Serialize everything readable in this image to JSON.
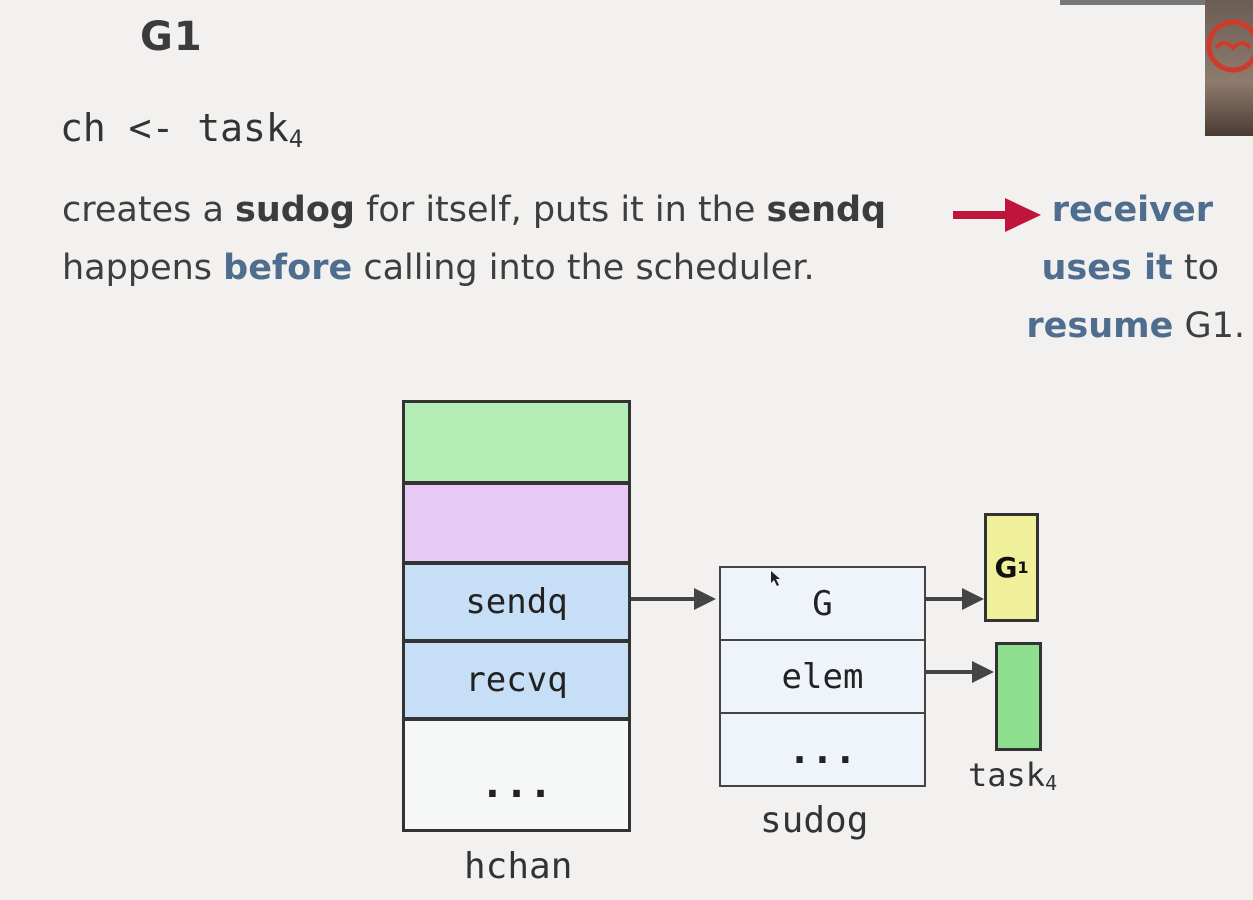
{
  "header": {
    "title": "G1",
    "code_main": "ch <- task",
    "code_sub": "4"
  },
  "description": {
    "line1_pre": "creates a ",
    "line1_bold1": "sudog",
    "line1_mid": " for itself, puts it in the ",
    "line1_bold2": "sendq",
    "line2_pre": "happens ",
    "line2_bold": "before",
    "line2_post": " calling into the scheduler."
  },
  "note": {
    "line1": "receiver",
    "line2_bold": "uses it",
    "line2_plain": " to",
    "line3_bold": "resume",
    "line3_plain": " G1."
  },
  "hchan": {
    "sendq": "sendq",
    "recvq": "recvq",
    "dots": "...",
    "label": "hchan"
  },
  "sudog": {
    "g": "G",
    "elem": "elem",
    "dots": "...",
    "label": "sudog"
  },
  "g1_box": {
    "main": "G",
    "sub": "1"
  },
  "task4": {
    "main": "task",
    "sub": "4"
  },
  "colors": {
    "accent_blue": "#4f6e8f",
    "arrow_red": "#c0143c",
    "hchan_green": "#b3edb5",
    "hchan_purple": "#e8c8f5",
    "hchan_queue": "#c7dff6",
    "g1_yellow": "#f1f09a",
    "task_green": "#8ee08e"
  },
  "icons": [
    "red-right-arrow-icon",
    "mouse-cursor-icon",
    "logo-icon"
  ]
}
